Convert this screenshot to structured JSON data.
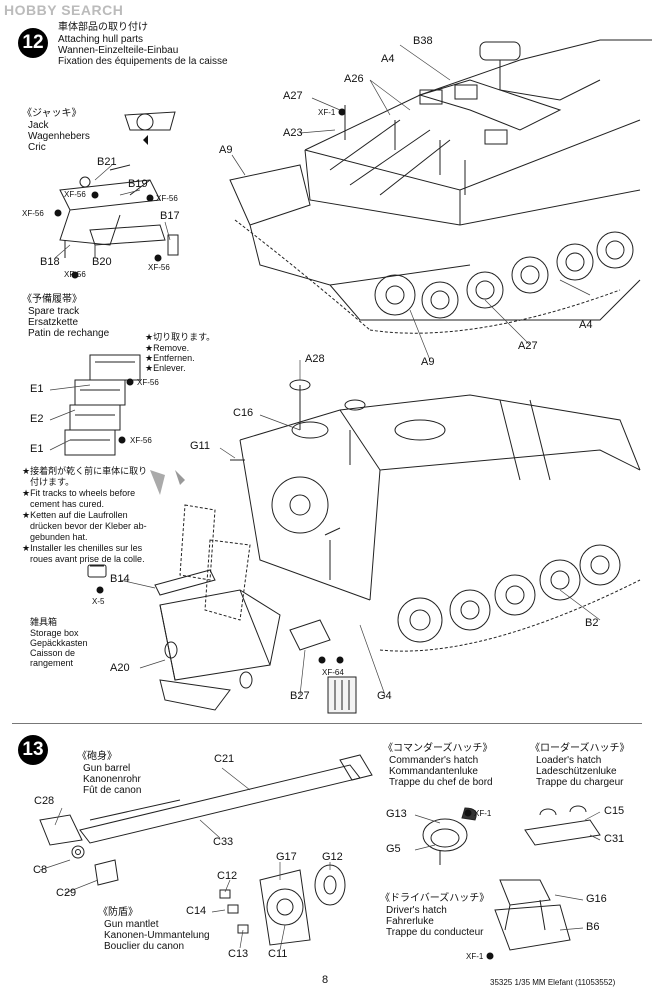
{
  "watermark": "HOBBY SEARCH",
  "step12": {
    "number": "12",
    "title_jp": "車体部品の取り付け",
    "title_en": "Attaching hull parts",
    "title_de": "Wannen-Einzelteile-Einbau",
    "title_fr": "Fixation des équipements de la caisse",
    "jack": {
      "jp": "《ジャッキ》",
      "en": "Jack",
      "de": "Wagenhebers",
      "fr": "Cric"
    },
    "spare_track": {
      "jp": "《予備履帯》",
      "en": "Spare track",
      "de": "Ersatzkette",
      "fr": "Patin de rechange"
    },
    "remove": {
      "jp": "★切り取ります。",
      "en": "★Remove.",
      "de": "★Entfernen.",
      "fr": "★Enlever."
    },
    "note": {
      "jp1": "★接着剤が乾く前に車体に取り",
      "jp2": "付けます。",
      "en1": "★Fit tracks to wheels before",
      "en2": "cement has cured.",
      "de1": "★Ketten auf die Laufrollen",
      "de2": "drücken bevor der Kleber ab-",
      "de3": "gebunden hat.",
      "fr1": "★Installer les chenilles sur les",
      "fr2": "roues avant prise de la colle."
    },
    "storage_box": {
      "jp": "雑具箱",
      "en": "Storage box",
      "de": "Gepäckkasten",
      "fr1": "Caisson de",
      "fr2": "rangement"
    },
    "labels": {
      "B38": "B38",
      "A4a": "A4",
      "A26": "A26",
      "A27a": "A27",
      "A23": "A23",
      "A9a": "A9",
      "A4b": "A4",
      "A27b": "A27",
      "A9b": "A9",
      "B21": "B21",
      "B19": "B19",
      "B17": "B17",
      "B18": "B18",
      "B20": "B20",
      "E1a": "E1",
      "E2": "E2",
      "E1b": "E1",
      "A28": "A28",
      "C16": "C16",
      "G11": "G11",
      "B14": "B14",
      "A20": "A20",
      "B27": "B27",
      "G4": "G4",
      "B2": "B2"
    },
    "paints": {
      "xf1": "XF-1",
      "xf56a": "XF-56",
      "xf56b": "XF-56",
      "xf56c": "XF-56",
      "xf56d": "XF-56",
      "xf56e": "XF-56",
      "xf56f": "XF-56",
      "x5": "X-5",
      "xf64": "XF-64"
    }
  },
  "step13": {
    "number": "13",
    "gun_barrel": {
      "jp": "《砲身》",
      "en": "Gun barrel",
      "de": "Kanonenrohr",
      "fr": "Fût de canon"
    },
    "gun_mantlet": {
      "jp": "《防盾》",
      "en": "Gun mantlet",
      "de": "Kanonen-Ummantelung",
      "fr": "Bouclier du canon"
    },
    "commander_hatch": {
      "jp": "《コマンダーズハッチ》",
      "en": "Commander's hatch",
      "de": "Kommandantenluke",
      "fr": "Trappe du chef de bord"
    },
    "loader_hatch": {
      "jp": "《ローダーズハッチ》",
      "en": "Loader's hatch",
      "de": "Ladeschützenluke",
      "fr": "Trappe du chargeur"
    },
    "driver_hatch": {
      "jp": "《ドライバーズハッチ》",
      "en": "Driver's hatch",
      "de": "Fahrerluke",
      "fr": "Trappe du conducteur"
    },
    "labels": {
      "C21": "C21",
      "C28": "C28",
      "C33": "C33",
      "C8": "C8",
      "C29": "C29",
      "G17": "G17",
      "G12": "G12",
      "C12": "C12",
      "C14": "C14",
      "C13": "C13",
      "C11": "C11",
      "G13": "G13",
      "G5": "G5",
      "C15": "C15",
      "C31": "C31",
      "G16": "G16",
      "B6": "B6"
    },
    "paints": {
      "xf1a": "XF-1",
      "xf1b": "XF-1"
    }
  },
  "footer": {
    "page": "8",
    "code": "35325  1/35 MM Elefant (11053552)"
  }
}
